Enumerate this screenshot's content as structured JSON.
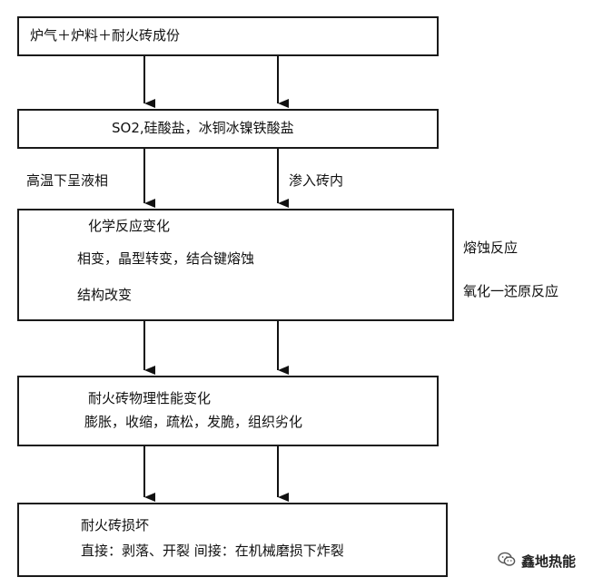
{
  "box1": {
    "text": "炉气＋炉料＋耐火砖成份"
  },
  "box2": {
    "text": "SO2,硅酸盐，冰铜冰镍铁酸盐"
  },
  "arrow_labels": {
    "left": "高温下呈液相",
    "right": "渗入砖内"
  },
  "box3": {
    "line1": "化学反应变化",
    "line2": "相变，晶型转变，结合键熔蚀",
    "line3": "结构改变"
  },
  "side_labels": {
    "line1": "熔蚀反应",
    "line2": "氧化一还原反应"
  },
  "box4": {
    "line1": "耐火砖物理性能变化",
    "line2": "膨胀，收缩，疏松，发脆，组织劣化"
  },
  "box5": {
    "line1": "耐火砖损坏",
    "line2": "直接：剥落、开裂 间接：在机械磨损下炸裂"
  },
  "watermark": {
    "text": "鑫地热能",
    "icon": "wechat-icon",
    "color": "#555555"
  }
}
